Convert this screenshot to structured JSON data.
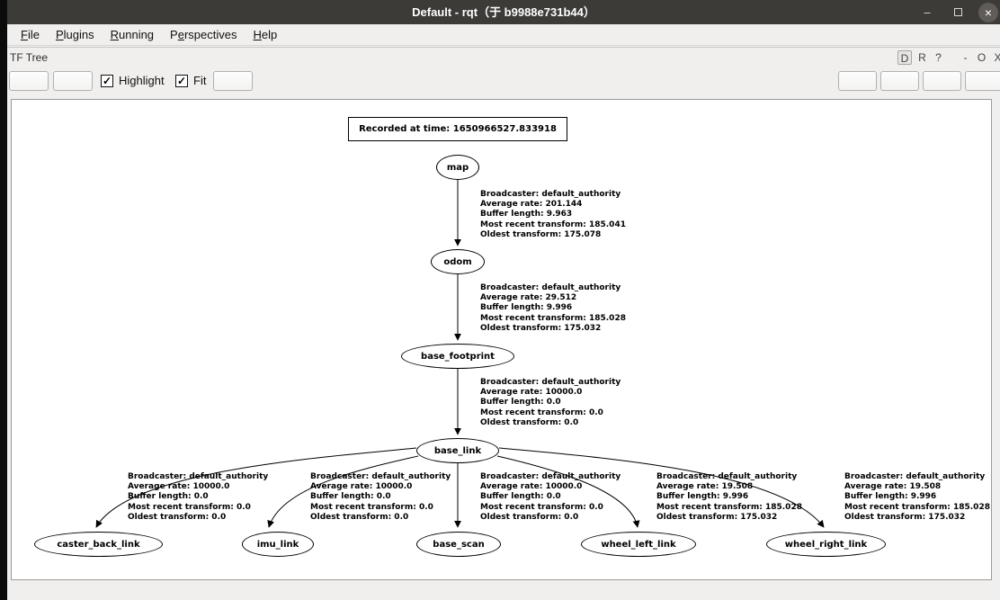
{
  "window": {
    "title": "Default - rqt（于 b9988e731b44）"
  },
  "icons": {
    "minimize": "–",
    "close": "×",
    "check": "✓"
  },
  "menu": {
    "items": [
      {
        "pre": "",
        "mn": "F",
        "rest": "ile"
      },
      {
        "pre": "",
        "mn": "P",
        "rest": "lugins"
      },
      {
        "pre": "",
        "mn": "R",
        "rest": "unning"
      },
      {
        "pre": "P",
        "mn": "e",
        "rest": "rspectives"
      },
      {
        "pre": "",
        "mn": "H",
        "rest": "elp"
      }
    ]
  },
  "panel": {
    "title": "TF Tree",
    "buttons": [
      "D",
      "R",
      "?",
      "-",
      "O",
      "X"
    ]
  },
  "toolbar": {
    "highlight_label": "Highlight",
    "fit_label": "Fit",
    "highlight_checked": true,
    "fit_checked": true
  },
  "colors": {
    "titlebar": "#3d3b38",
    "chrome": "#f1efed",
    "canvas": "#ffffff",
    "graph_stroke": "#000000"
  },
  "tree": {
    "recorded": "Recorded at time: 1650966527.833918",
    "nodes": {
      "map": "map",
      "odom": "odom",
      "base_footprint": "base_footprint",
      "base_link": "base_link",
      "caster_back_link": "caster_back_link",
      "imu_link": "imu_link",
      "base_scan": "base_scan",
      "wheel_left_link": "wheel_left_link",
      "wheel_right_link": "wheel_right_link"
    },
    "edges": [
      {
        "from": "map",
        "to": "odom",
        "lines": [
          "Broadcaster: default_authority",
          "Average rate: 201.144",
          "Buffer length: 9.963",
          "Most recent transform: 185.041",
          "Oldest transform: 175.078"
        ]
      },
      {
        "from": "odom",
        "to": "base_footprint",
        "lines": [
          "Broadcaster: default_authority",
          "Average rate: 29.512",
          "Buffer length: 9.996",
          "Most recent transform: 185.028",
          "Oldest transform: 175.032"
        ]
      },
      {
        "from": "base_footprint",
        "to": "base_link",
        "lines": [
          "Broadcaster: default_authority",
          "Average rate: 10000.0",
          "Buffer length: 0.0",
          "Most recent transform: 0.0",
          "Oldest transform: 0.0"
        ]
      },
      {
        "from": "base_link",
        "to": "caster_back_link",
        "lines": [
          "Broadcaster: default_authority",
          "Average rate: 10000.0",
          "Buffer length: 0.0",
          "Most recent transform: 0.0",
          "Oldest transform: 0.0"
        ]
      },
      {
        "from": "base_link",
        "to": "imu_link",
        "lines": [
          "Broadcaster: default_authority",
          "Average rate: 10000.0",
          "Buffer length: 0.0",
          "Most recent transform: 0.0",
          "Oldest transform: 0.0"
        ]
      },
      {
        "from": "base_link",
        "to": "base_scan",
        "lines": [
          "Broadcaster: default_authority",
          "Average rate: 10000.0",
          "Buffer length: 0.0",
          "Most recent transform: 0.0",
          "Oldest transform: 0.0"
        ]
      },
      {
        "from": "base_link",
        "to": "wheel_left_link",
        "lines": [
          "Broadcaster: default_authority",
          "Average rate: 19.508",
          "Buffer length: 9.996",
          "Most recent transform: 185.028",
          "Oldest transform: 175.032"
        ]
      },
      {
        "from": "base_link",
        "to": "wheel_right_link",
        "lines": [
          "Broadcaster: default_authority",
          "Average rate: 19.508",
          "Buffer length: 9.996",
          "Most recent transform: 185.028",
          "Oldest transform: 175.032"
        ]
      }
    ]
  }
}
